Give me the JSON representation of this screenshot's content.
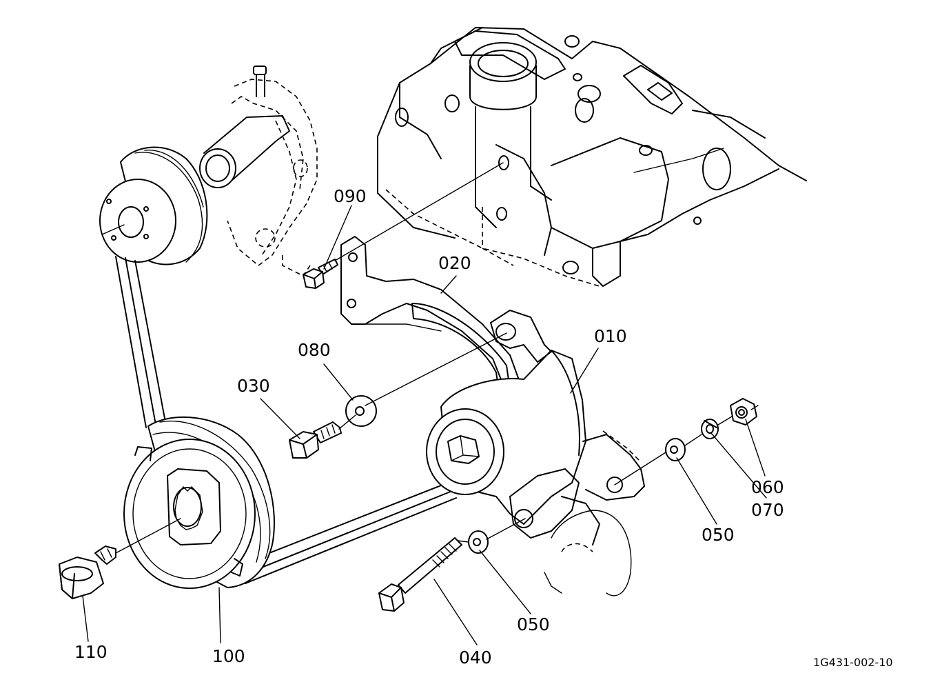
{
  "figure_code": "1G431-002-10",
  "parts": [
    {
      "id": "p010",
      "label": "010"
    },
    {
      "id": "p020",
      "label": "020"
    },
    {
      "id": "p030",
      "label": "030"
    },
    {
      "id": "p040",
      "label": "040"
    },
    {
      "id": "p050a",
      "label": "050"
    },
    {
      "id": "p050b",
      "label": "050"
    },
    {
      "id": "p060",
      "label": "060"
    },
    {
      "id": "p070",
      "label": "070"
    },
    {
      "id": "p080",
      "label": "080"
    },
    {
      "id": "p090",
      "label": "090"
    },
    {
      "id": "p100",
      "label": "100"
    },
    {
      "id": "p110",
      "label": "110"
    }
  ]
}
